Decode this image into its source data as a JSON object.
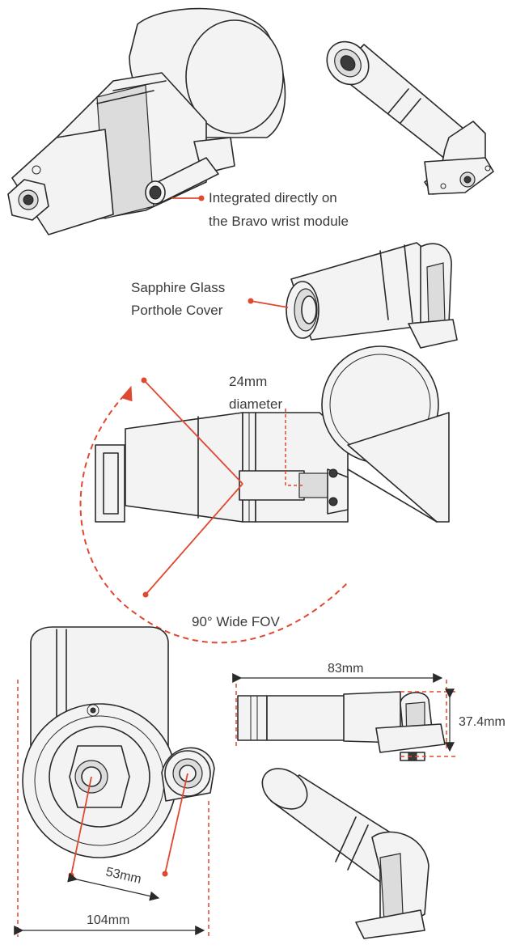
{
  "colors": {
    "accent": "#e0482f",
    "outline": "#2a2a2a",
    "fill": "#f3f3f3",
    "text": "#3b3b3b"
  },
  "callouts": {
    "integrated_line1": "Integrated directly on",
    "integrated_line2": "the Bravo wrist module",
    "sapphire_line1": "Sapphire Glass",
    "sapphire_line2": "Porthole Cover",
    "diameter_line1": "24mm",
    "diameter_line2": "diameter",
    "fov": "90° Wide FOV"
  },
  "dimensions": {
    "length": "83mm",
    "height": "37.4mm",
    "offset": "53mm",
    "width": "104mm"
  }
}
